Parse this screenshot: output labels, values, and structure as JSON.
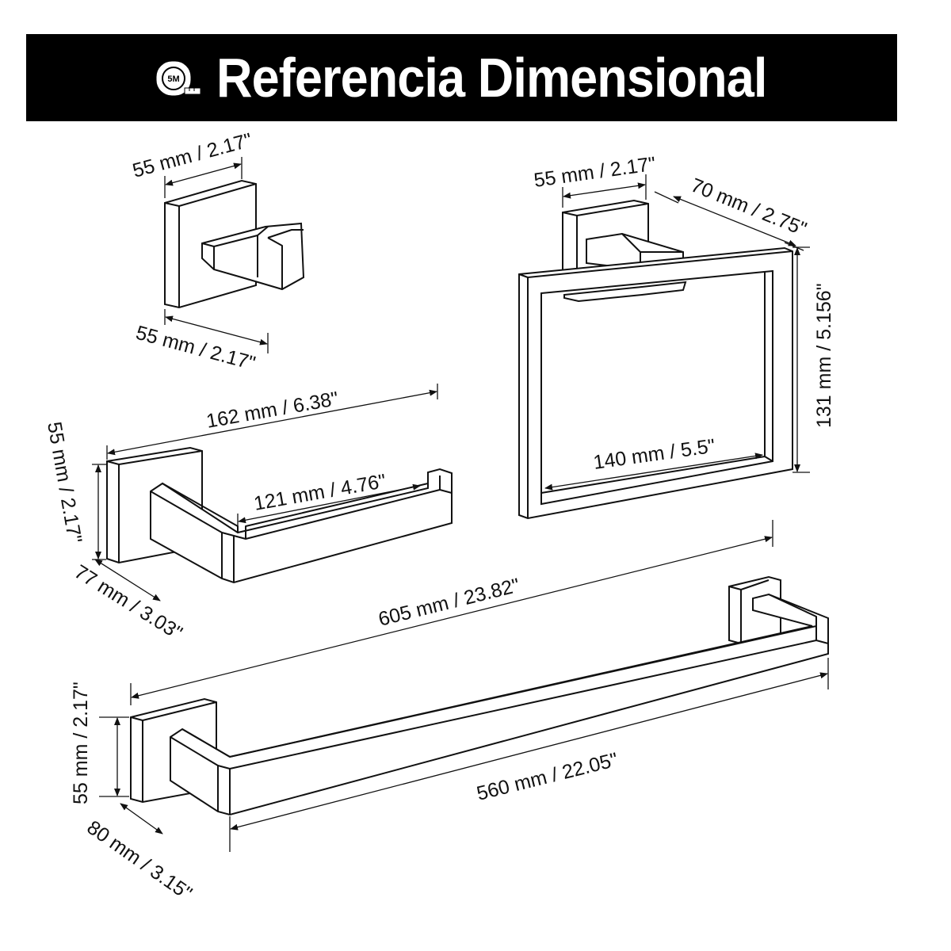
{
  "header": {
    "title": "Referencia Dimensional",
    "icon_label": "5M",
    "icon": "tape-measure-icon",
    "background_color": "#000000",
    "text_color": "#ffffff"
  },
  "hook": {
    "width_top": "55 mm / 2.17\"",
    "width_bottom": "55 mm / 2.17\""
  },
  "towel_ring": {
    "base_width": "55 mm / 2.17\"",
    "depth": "70 mm / 2.75\"",
    "height": "131 mm / 5.156\"",
    "inner_width": "140 mm / 5.5\""
  },
  "paper_holder": {
    "total_length": "162 mm / 6.38\"",
    "base_height": "55 mm / 2.17\"",
    "bar_length": "121 mm / 4.76\"",
    "depth": "77 mm / 3.03\""
  },
  "towel_bar": {
    "total_length": "605 mm / 23.82\"",
    "base_height": "55 mm / 2.17\"",
    "bar_length": "560 mm / 22.05\"",
    "depth": "80 mm / 3.15\""
  }
}
